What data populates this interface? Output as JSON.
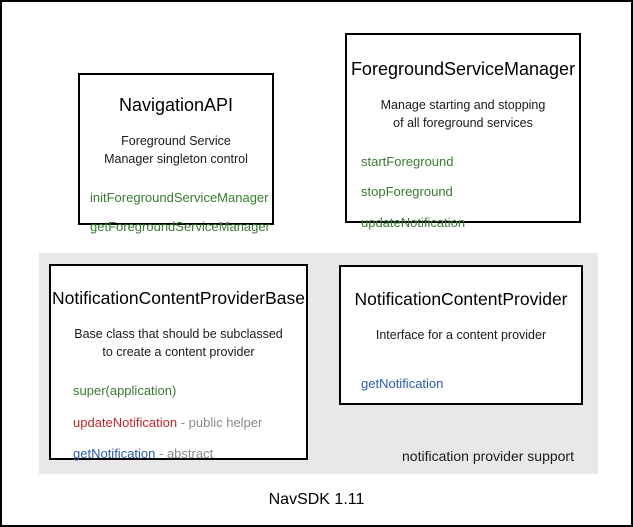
{
  "diagram": {
    "footer_label": "NavSDK 1.11",
    "region": {
      "label": "notification provider support",
      "background_color": "#e8e8e8"
    },
    "colors": {
      "green": "#3a7a32",
      "red": "#c0282a",
      "blue": "#2a5caa",
      "note_gray": "#8a8a8a",
      "border": "#000000",
      "background": "#ffffff"
    },
    "boxes": [
      {
        "title": "NavigationAPI",
        "description": "Foreground Service\nManager singleton control",
        "description_line1": "Foreground Service",
        "description_line2": "Manager singleton control",
        "members": [
          {
            "name": "initForegroundServiceManager",
            "color": "green",
            "note": ""
          },
          {
            "name": "getForegroundServiceManager",
            "color": "green",
            "note": ""
          }
        ]
      },
      {
        "title": "ForegroundServiceManager",
        "description_line1": "Manage starting and stopping",
        "description_line2": "of all foreground services",
        "members": [
          {
            "name": "startForeground",
            "color": "green",
            "note": ""
          },
          {
            "name": "stopForeground",
            "color": "green",
            "note": ""
          },
          {
            "name": "updateNotification",
            "color": "green",
            "note": ""
          }
        ]
      },
      {
        "title": "NotificationContentProviderBase",
        "description_line1": "Base class that should be subclassed",
        "description_line2": "to create a content provider",
        "members": [
          {
            "name": "super(application)",
            "color": "green",
            "note": ""
          },
          {
            "name": "updateNotification",
            "color": "red",
            "note": " - public helper"
          },
          {
            "name": "getNotification",
            "color": "blue",
            "note": " - abstract"
          }
        ]
      },
      {
        "title": "NotificationContentProvider",
        "description_line1": "Interface for a content provider",
        "description_line2": "",
        "members": [
          {
            "name": "getNotification",
            "color": "blue",
            "note": ""
          }
        ]
      }
    ]
  }
}
